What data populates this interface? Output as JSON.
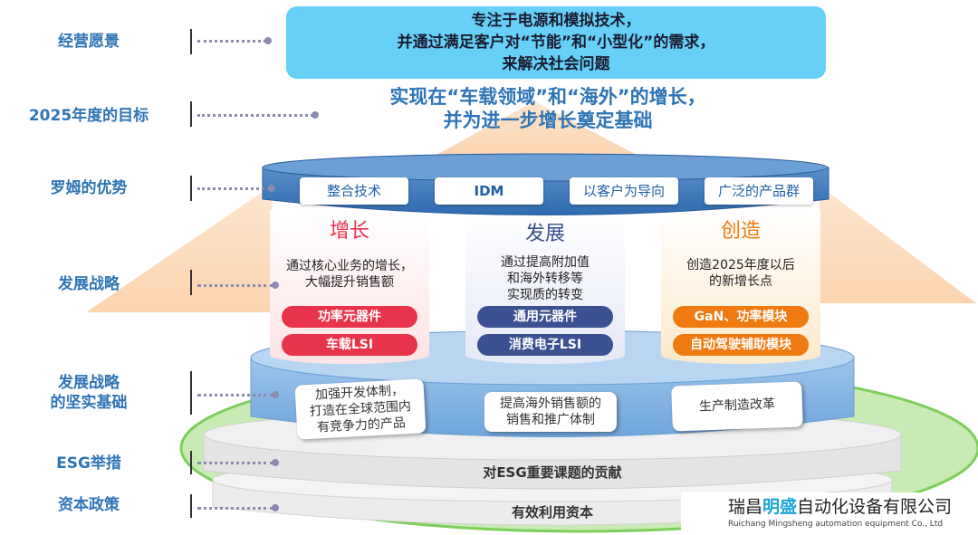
{
  "left_labels": [
    {
      "key": "vision",
      "text": "经营愿景"
    },
    {
      "key": "goal",
      "text": "2025年度的目标"
    },
    {
      "key": "advantage",
      "text": "罗姆的优势"
    },
    {
      "key": "strategy",
      "text": "发展战略"
    },
    {
      "key": "foundation",
      "lines": [
        "发展战略",
        "的坚实基础"
      ]
    },
    {
      "key": "esg",
      "text": "ESG举措"
    },
    {
      "key": "capital",
      "text": "资本政策"
    }
  ],
  "vision_lines": [
    "专注于电源和模拟技术，",
    "并通过满足客户对“节能”和“小型化”的需求，",
    "来解决社会问题"
  ],
  "goal_lines": [
    "实现在“车载领域”和“海外”的增长，",
    "并为进一步增长奠定基础"
  ],
  "advantages": [
    "整合技术",
    "IDM",
    "以客户为导向",
    "广泛的产品群"
  ],
  "columns": [
    {
      "title": "增长",
      "title_color": "#e8344a",
      "desc_lines": [
        "通过核心业务的增长，",
        "大幅提升销售额"
      ],
      "pills": [
        "功率元器件",
        "车载LSI"
      ],
      "pill_color": "#e8344a"
    },
    {
      "title": "发展",
      "title_color": "#3a4f8c",
      "desc_lines": [
        "通过提高附加值",
        "和海外转移等",
        "实现质的转变"
      ],
      "pills": [
        "通用元器件",
        "消费电子LSI"
      ],
      "pill_color": "#3c5191"
    },
    {
      "title": "创造",
      "title_color": "#ee7a10",
      "desc_lines": [
        "创造2025年度以后",
        "的新增长点"
      ],
      "pills": [
        "GaN、功率模块",
        "自动驾驶辅助模块"
      ],
      "pill_color": "#ee7a10"
    }
  ],
  "foundation_items": [
    {
      "lines": [
        "加强开发体制，",
        "打造在全球范围内",
        "有竞争力的产品"
      ]
    },
    {
      "lines": [
        "提高海外销售额的",
        "销售和推广体制"
      ]
    },
    {
      "lines": [
        "生产制造改革"
      ]
    }
  ],
  "esg_text": "对ESG重要课题的贡献",
  "capital_text": "有效利用资本",
  "logo": {
    "name_pre": "瑞昌",
    "name_hl": "明盛",
    "name_post": "自动化设备有限公司",
    "sub": "Ruichang Mingsheng automation equipment Co., Ltd",
    "colors": [
      "#1aa6d8",
      "#3fc0e8"
    ]
  }
}
